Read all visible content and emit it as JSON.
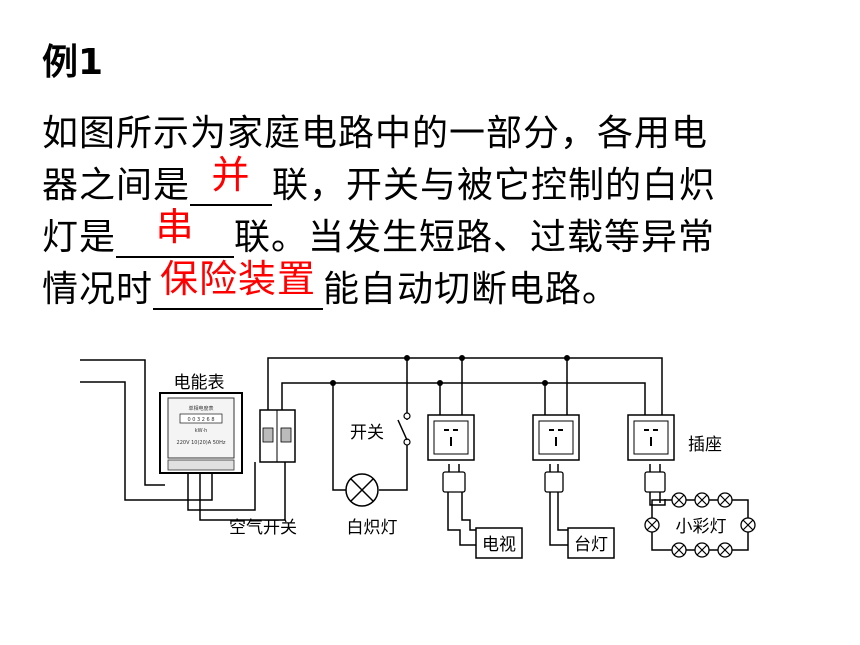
{
  "title": "例1",
  "question": {
    "line1": "如图所示为家庭电路中的一部分，各用电",
    "line2_pre": "器之间是",
    "answer1": "并",
    "line2_post": "联，开关与被它控制的白炽",
    "line3_pre": "灯是",
    "answer2": "串",
    "line3_post": "联。当发生短路、过载等异常",
    "line4_pre": "情况时",
    "answer3": "保险装置",
    "line4_post": "能自动切断电路。"
  },
  "diagram": {
    "meter_label": "电能表",
    "breaker_label": "空气开关",
    "switch_label": "开关",
    "lamp_label": "白炽灯",
    "socket_label": "插座",
    "tv_label": "电视",
    "desklamp_label": "台灯",
    "string_lights_label": "小彩灯",
    "meter_face_line1": "单相电度表",
    "meter_face_line2": "0 0 3 2 6 8",
    "meter_face_line3": "kW·h",
    "meter_face_line4": "220V 10(20)A 50Hz"
  },
  "colors": {
    "answer": "#ff0000",
    "text": "#000000",
    "wire": "#000000"
  }
}
